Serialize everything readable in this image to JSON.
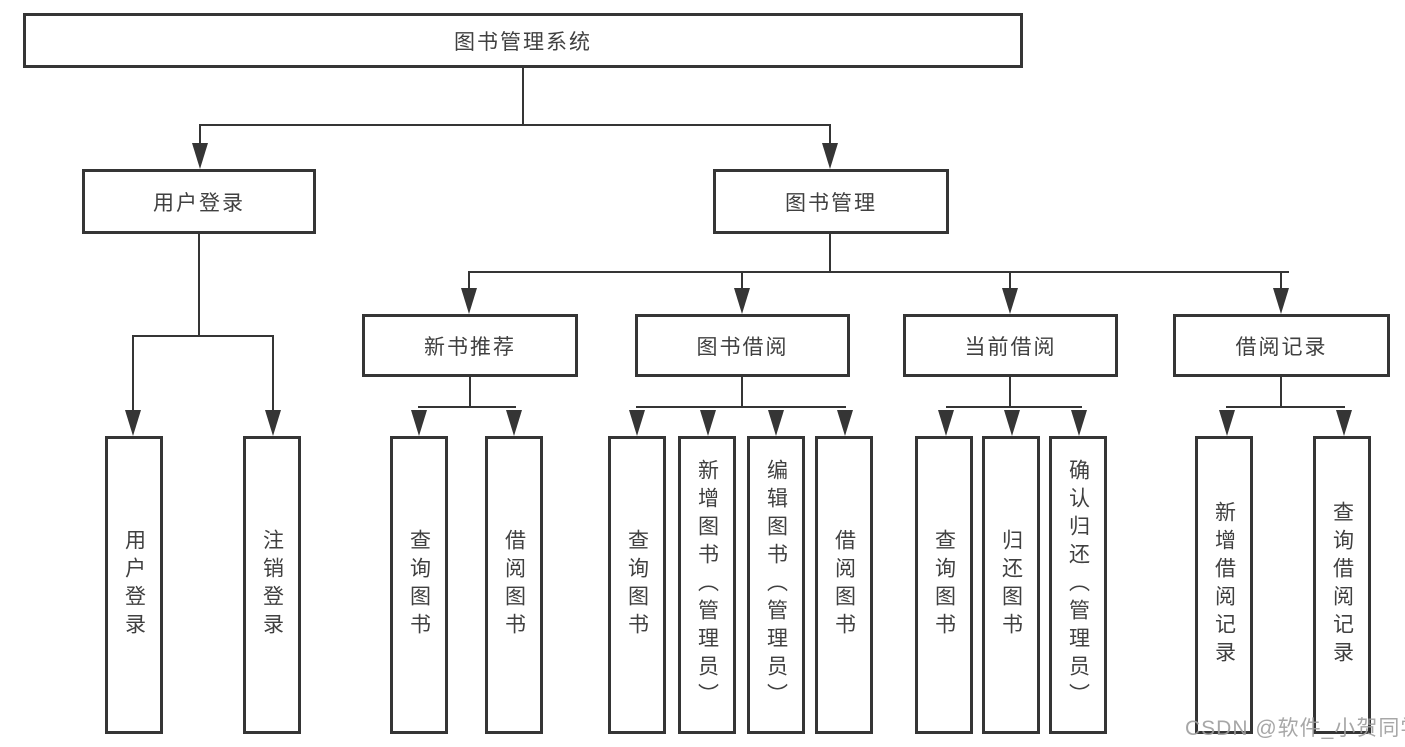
{
  "diagram_title": "图书管理系统",
  "nodes": {
    "root": {
      "label": "图书管理系统"
    },
    "user_login": {
      "label": "用户登录"
    },
    "book_mgmt": {
      "label": "图书管理"
    },
    "new_books": {
      "label": "新书推荐"
    },
    "book_borrow": {
      "label": "图书借阅"
    },
    "current_borrow": {
      "label": "当前借阅"
    },
    "borrow_records": {
      "label": "借阅记录"
    },
    "leaf_user_login": {
      "label": "用户登录"
    },
    "leaf_logout": {
      "label": "注销登录"
    },
    "leaf_nb_query": {
      "label": "查询图书"
    },
    "leaf_nb_borrow": {
      "label": "借阅图书"
    },
    "leaf_bb_query": {
      "label": "查询图书"
    },
    "leaf_bb_add": {
      "label": "新增图书（管理员）"
    },
    "leaf_bb_edit": {
      "label": "编辑图书（管理员）"
    },
    "leaf_bb_borrow": {
      "label": "借阅图书"
    },
    "leaf_cb_query": {
      "label": "查询图书"
    },
    "leaf_cb_return": {
      "label": "归还图书"
    },
    "leaf_cb_confirm": {
      "label": "确认归还（管理员）"
    },
    "leaf_br_add": {
      "label": "新增借阅记录"
    },
    "leaf_br_query": {
      "label": "查询借阅记录"
    }
  },
  "hierarchy": {
    "图书管理系统": {
      "用户登录": [
        "用户登录",
        "注销登录"
      ],
      "图书管理": {
        "新书推荐": [
          "查询图书",
          "借阅图书"
        ],
        "图书借阅": [
          "查询图书",
          "新增图书（管理员）",
          "编辑图书（管理员）",
          "借阅图书"
        ],
        "当前借阅": [
          "查询图书",
          "归还图书",
          "确认归还（管理员）"
        ],
        "借阅记录": [
          "新增借阅记录",
          "查询借阅记录"
        ]
      }
    }
  },
  "watermark": "CSDN @软件_小贺同学",
  "colors": {
    "line": "#353535",
    "text": "#404040",
    "watermark": "#9e9e9e",
    "background": "#ffffff"
  }
}
